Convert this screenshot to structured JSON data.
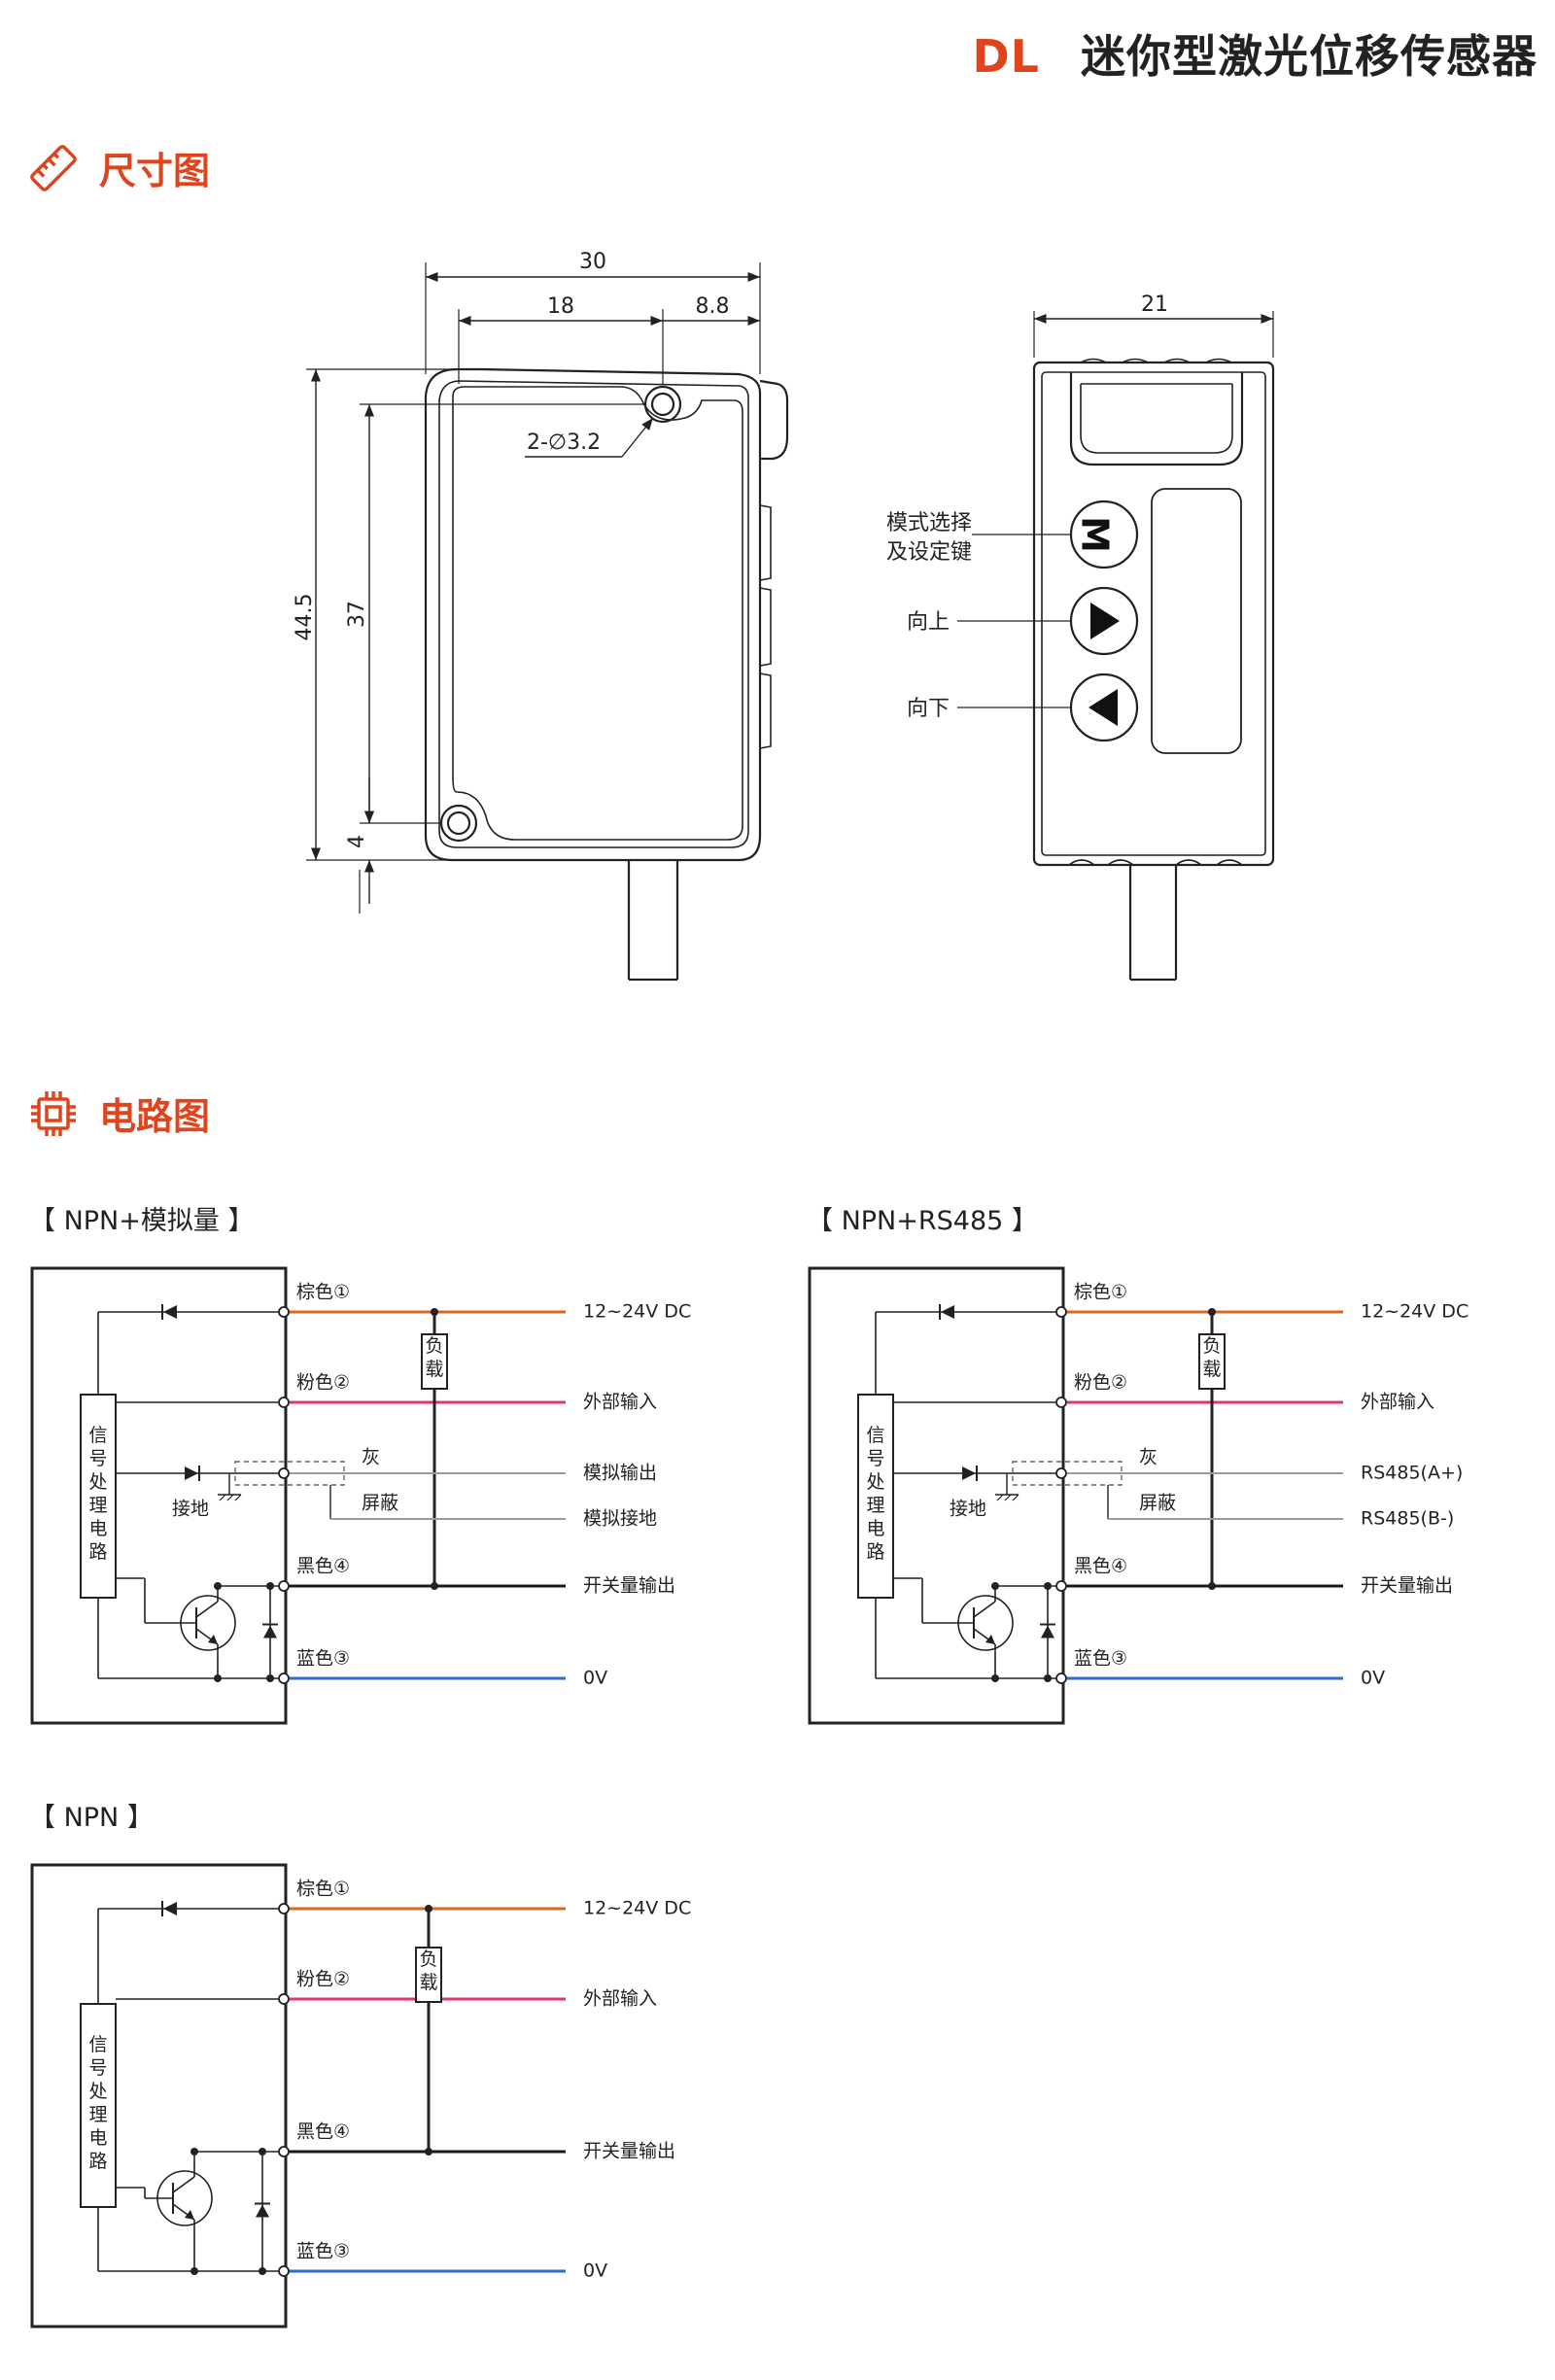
{
  "header": {
    "code": "DL",
    "name": "迷你型激光位移传感器"
  },
  "colors": {
    "accent": "#e0441c",
    "brown": "#d86a1e",
    "pink": "#e0356e",
    "blue": "#2a6ecb",
    "gray": "#9a9a9a",
    "black": "#1a1a1a"
  },
  "sections": {
    "dimensions": "尺寸图",
    "circuit": "电路图"
  },
  "icons": {
    "dimensions": "ruler-icon",
    "circuit": "chip-icon"
  },
  "dimensions": {
    "w_total": "30",
    "w_left": "18",
    "w_right": "8.8",
    "h_total": "44.5",
    "h_holes": "37",
    "h_bottom": "4",
    "hole": "2-∅3.2",
    "side_width": "21",
    "button_m": "M",
    "callouts": {
      "mode": "模式选择",
      "mode2": "及设定键",
      "up": "向上",
      "down": "向下"
    }
  },
  "circuits": {
    "c1": {
      "title": "【 NPN+模拟量 】"
    },
    "c2": {
      "title": "【 NPN+RS485 】"
    },
    "c3": {
      "title": "【 NPN 】"
    },
    "block": "信号处理电路",
    "wires": {
      "brown": "棕色①",
      "pink": "粉色②",
      "black": "黑色④",
      "blue": "蓝色③"
    },
    "labels": {
      "supply": "12~24V  DC",
      "ext_in": "外部输入",
      "switch_out": "开关量输出",
      "zero": "0V",
      "analog_out": "模拟输出",
      "analog_gnd": "模拟接地",
      "rs485a": "RS485(A+)",
      "rs485b": "RS485(B-)",
      "gray": "灰",
      "shield": "屏蔽",
      "ground": "接地",
      "load": "负载"
    }
  }
}
